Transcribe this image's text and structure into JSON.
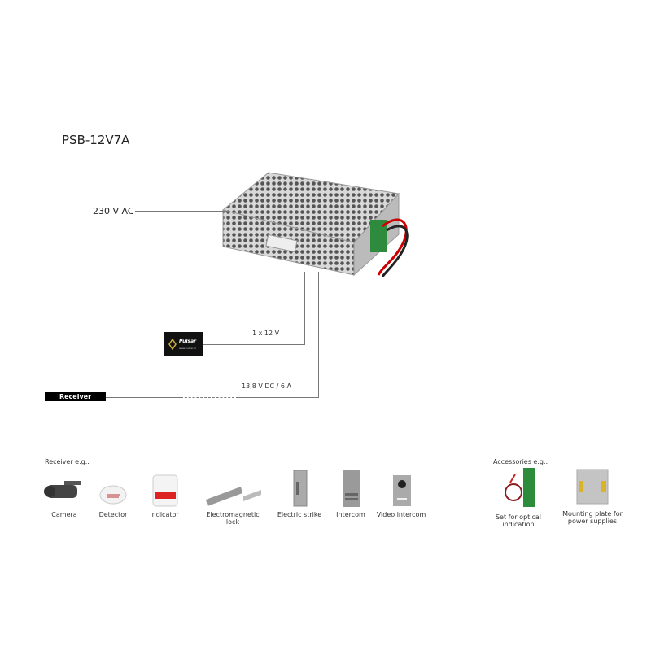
{
  "title": "PSB-12V7A",
  "input_label": "230 V AC",
  "battery": {
    "label": "1 x 12 V",
    "logo_text": "Pulsar",
    "logo_url": "www.pulsar.pl"
  },
  "output": {
    "label": "13,8 V DC / 6 A",
    "receiver_label": "Receiver"
  },
  "receivers": {
    "heading": "Receiver e.g.:",
    "items": [
      {
        "label": "Camera"
      },
      {
        "label": "Detector"
      },
      {
        "label": "Indicator"
      },
      {
        "label": "Electromagnetic lock"
      },
      {
        "label": "Electric strike"
      },
      {
        "label": "Intercom"
      },
      {
        "label": "Video intercom"
      }
    ]
  },
  "accessories": {
    "heading": "Accessories e.g.:",
    "items": [
      {
        "label": "Set for optical indication"
      },
      {
        "label": "Mounting plate for power supplies"
      }
    ]
  }
}
